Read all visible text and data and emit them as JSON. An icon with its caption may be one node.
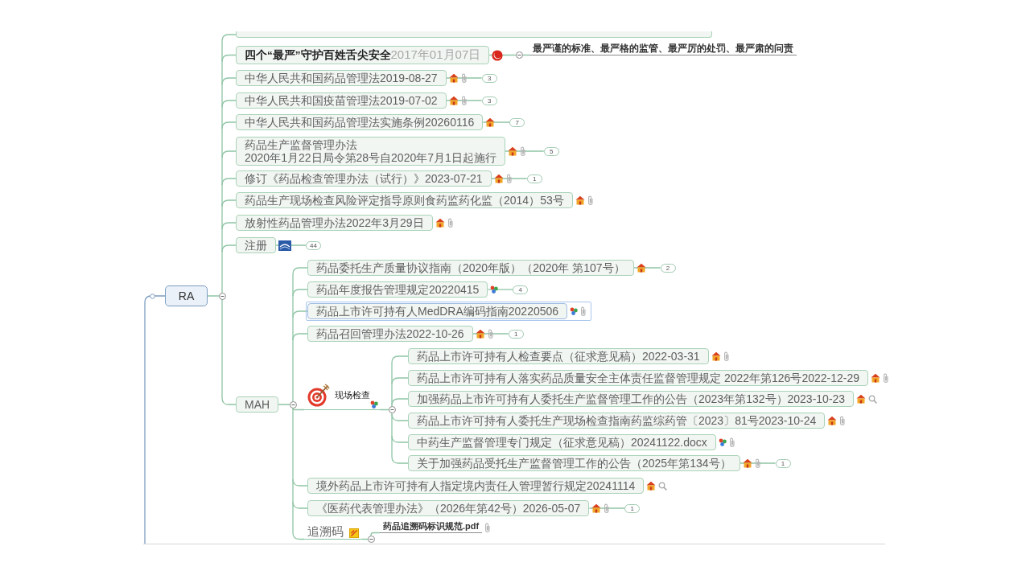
{
  "diagram": {
    "nodes": [
      {
        "text": [
          "RA"
        ]
      },
      {
        "text": [],
        "shape": "box"
      },
      {
        "text": [
          "**四个“最严”守护百姓舌尖安全**2017年01月07日"
        ]
      },
      {
        "text": [
          "最严谨的标准、最严格的监管、最严厉的处罚、最严肃的问责"
        ]
      },
      {
        "text": [
          "中华人民共和国药品管理法2019-08-27"
        ]
      },
      {
        "text": [
          "3"
        ]
      },
      {
        "text": [
          "中华人民共和国疫苗管理法2019-07-02"
        ]
      },
      {
        "text": [
          "3"
        ]
      },
      {
        "text": [
          "中华人民共和国药品管理法实施条例20260116"
        ]
      },
      {
        "text": [
          "7"
        ]
      },
      {
        "text": [
          "药品生产监督管理办法",
          "2020年1月22日局令第28号自2020年7月1日起施行"
        ]
      },
      {
        "text": [
          "5"
        ]
      },
      {
        "text": [
          "修订《药品检查管理办法（试行）》2023-07-21"
        ]
      },
      {
        "text": [
          "1"
        ]
      },
      {
        "text": [
          "药品生产现场检查风险评定指导原则食药监药化监（2014）53号"
        ]
      },
      {
        "text": [
          "放射性药品管理办法2022年3月29日"
        ]
      },
      {
        "text": [
          "注册"
        ]
      },
      {
        "text": [
          "44"
        ]
      },
      {
        "text": [
          "MAH"
        ]
      },
      {
        "text": [
          "药品委托生产质量协议指南（2020年版）（2020年 第107号）"
        ]
      },
      {
        "text": [
          "2"
        ]
      },
      {
        "text": [
          "药品年度报告管理规定20220415"
        ]
      },
      {
        "text": [
          "4"
        ]
      },
      {
        "text": [
          "药品上市许可持有人MedDRA编码指南20220506"
        ]
      },
      {
        "text": [
          "药品召回管理办法2022-10-26"
        ]
      },
      {
        "text": [
          "1"
        ]
      },
      {
        "text": [
          "现场检查"
        ]
      },
      {
        "text": [
          "药品上市许可持有人检查要点（征求意见稿）2022-03-31"
        ]
      },
      {
        "text": [
          "药品上市许可持有人落实药品质量安全主体责任监督管理规定 2022年第126号2022-12-29"
        ]
      },
      {
        "text": [
          "加强药品上市许可持有人委托生产监督管理工作的公告（2023年第132号）2023-10-23"
        ]
      },
      {
        "text": [
          "药品上市许可持有人委托生产现场检查指南药监综药管〔2023〕81号2023-10-24"
        ]
      },
      {
        "text": [
          "中药生产监督管理专门规定（征求意见稿）20241122.docx"
        ]
      },
      {
        "text": [
          "关于加强药品受托生产监督管理工作的公告（2025年第134号）"
        ]
      },
      {
        "text": [
          "1"
        ]
      },
      {
        "text": [
          "境外药品上市许可持有人指定境内责任人管理暂行规定20241114"
        ]
      },
      {
        "text": [
          "《医药代表管理办法》（2026年第42号）2026-05-07"
        ]
      },
      {
        "text": [
          "1"
        ]
      },
      {
        "text": [
          "追溯码"
        ]
      },
      {
        "text": [
          "药品追溯码标识规范.pdf"
        ]
      }
    ],
    "edges": [
      {
        "from": null,
        "to": 0,
        "arrow": "none",
        "color": "#7d9cc0"
      },
      {
        "from": 0,
        "to": 1,
        "arrow": "none"
      },
      {
        "from": 0,
        "to": 2,
        "arrow": "none"
      },
      {
        "from": 2,
        "to": 3,
        "arrow": "none"
      },
      {
        "from": 0,
        "to": 4,
        "arrow": "none"
      },
      {
        "from": 4,
        "to": 5,
        "arrow": "none"
      },
      {
        "from": 0,
        "to": 6,
        "arrow": "none"
      },
      {
        "from": 6,
        "to": 7,
        "arrow": "none"
      },
      {
        "from": 0,
        "to": 8,
        "arrow": "none"
      },
      {
        "from": 8,
        "to": 9,
        "arrow": "none"
      },
      {
        "from": 0,
        "to": 10,
        "arrow": "none"
      },
      {
        "from": 10,
        "to": 11,
        "arrow": "none"
      },
      {
        "from": 0,
        "to": 12,
        "arrow": "none"
      },
      {
        "from": 12,
        "to": 13,
        "arrow": "none"
      },
      {
        "from": 0,
        "to": 14,
        "arrow": "none"
      },
      {
        "from": 0,
        "to": 15,
        "arrow": "none"
      },
      {
        "from": 0,
        "to": 16,
        "arrow": "none"
      },
      {
        "from": 16,
        "to": 17,
        "arrow": "none"
      },
      {
        "from": 0,
        "to": 18,
        "arrow": "none"
      },
      {
        "from": 18,
        "to": 19,
        "arrow": "none"
      },
      {
        "from": 19,
        "to": 20,
        "arrow": "none"
      },
      {
        "from": 18,
        "to": 21,
        "arrow": "none"
      },
      {
        "from": 21,
        "to": 22,
        "arrow": "none"
      },
      {
        "from": 18,
        "to": 23,
        "arrow": "none"
      },
      {
        "from": 18,
        "to": 24,
        "arrow": "none"
      },
      {
        "from": 24,
        "to": 25,
        "arrow": "none"
      },
      {
        "from": 18,
        "to": 26,
        "arrow": "none"
      },
      {
        "from": 26,
        "to": 27,
        "arrow": "none"
      },
      {
        "from": 26,
        "to": 28,
        "arrow": "none"
      },
      {
        "from": 26,
        "to": 29,
        "arrow": "none"
      },
      {
        "from": 26,
        "to": 30,
        "arrow": "none"
      },
      {
        "from": 26,
        "to": 31,
        "arrow": "none"
      },
      {
        "from": 26,
        "to": 32,
        "arrow": "none"
      },
      {
        "from": 32,
        "to": 33,
        "arrow": "none"
      },
      {
        "from": 18,
        "to": 34,
        "arrow": "none"
      },
      {
        "from": 18,
        "to": 35,
        "arrow": "none"
      },
      {
        "from": 35,
        "to": 36,
        "arrow": "none"
      },
      {
        "from": 18,
        "to": 37,
        "arrow": "none"
      },
      {
        "from": 37,
        "to": 38,
        "arrow": "none"
      }
    ]
  }
}
